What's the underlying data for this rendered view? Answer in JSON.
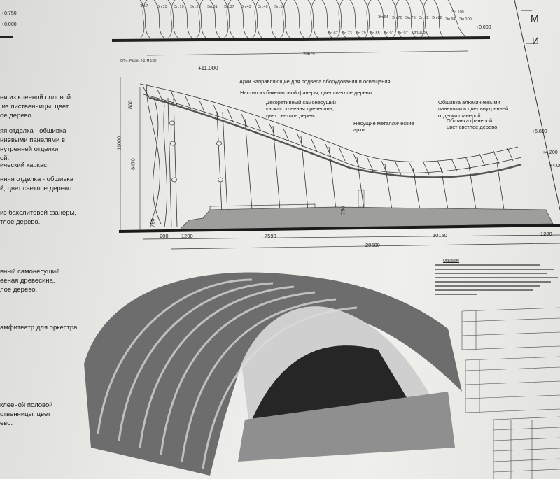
{
  "top_elevation": {
    "levels": [
      "+0.750",
      "+0.000"
    ],
    "dimension": "20675",
    "level_right": "+0.000",
    "arch_labels": [
      "Эл.7",
      "Эл.13",
      "Эл.19",
      "Эл.25",
      "Эл.31",
      "Эл.37",
      "Эл.43",
      "Эл.49",
      "Эл.55",
      "Эл.64",
      "Эл.70",
      "Эл.76",
      "Эл.82",
      "Эл.88",
      "Эл.94",
      "Эл.100",
      "Эл.109",
      "Эл.67",
      "Эл.73",
      "Эл.79",
      "Эл.85",
      "Эл.91",
      "Эл.97",
      "Эл.103"
    ]
  },
  "title_block": {
    "letters": [
      "М",
      "И"
    ]
  },
  "left_notes": [
    "ни из клееной половой\n из лиственницы, цвет\nое дерево.",
    "яя отделка - обшивка\nниевыми панелями в\nнутренней отделки\nой.",
    "ический каркас.",
    "нняя отделка - обшивка\nй, цвет светлое дерево.",
    "из бакелитовой фанеры,\nтлое дерево.",
    "вный самонесущий\nееная древесина,\nлое дерево.",
    "амфитеатр для оркестра",
    "клееной половой\nственницы, цвет\nево."
  ],
  "section": {
    "title": "СП-4. Разрез 2-2. М 1:80",
    "levels": {
      "top": "+11.000",
      "l1": "+5.800",
      "l2": "+4.200",
      "l3": "+4.00"
    },
    "callouts": [
      "Арки направляющие для подвеса оборудования и освещения.",
      "Настил из бакелитовой фанеры, цвет светлое дерево.",
      "Декоративный самонесущий\nкаркас, клееная древесина,\nцвет светлое дерево.",
      "Несущие металлические\nарки",
      "Обшивка алюминиевыми\nпанелями в цвет внутренней\nотделки фанерой.",
      "Обшивка фанерой,\nцвет светлое дерево."
    ],
    "vertical_dims": [
      "800",
      "11000",
      "8470",
      "750",
      "750"
    ],
    "horizontal_dims": [
      "200",
      "1200",
      "7590",
      "10150",
      "1200",
      "20500"
    ]
  },
  "notes_heading": "Описание"
}
